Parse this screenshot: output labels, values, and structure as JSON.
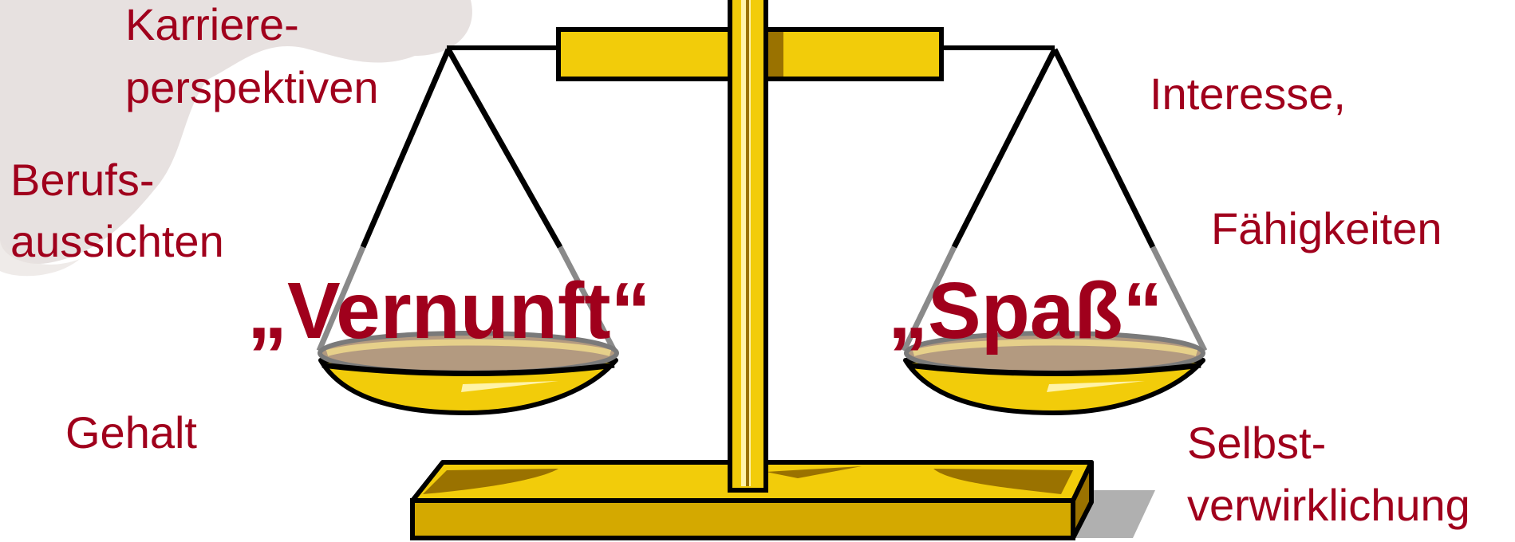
{
  "colors": {
    "text": "#a0001c",
    "brass": "#f2cc0a",
    "brass_dark": "#9a7200",
    "outline": "#000000",
    "background_smudge": "#e3dcda"
  },
  "illustration": "balance-scale",
  "left_side": {
    "heading": "„Vernunft“",
    "items": [
      "Karriere-",
      "perspektiven",
      "Berufs-",
      "aussichten",
      "Gehalt"
    ]
  },
  "right_side": {
    "heading": "„Spaß“",
    "items": [
      "Interesse,",
      "Fähigkeiten",
      "Selbst-",
      "verwirklichung"
    ]
  }
}
